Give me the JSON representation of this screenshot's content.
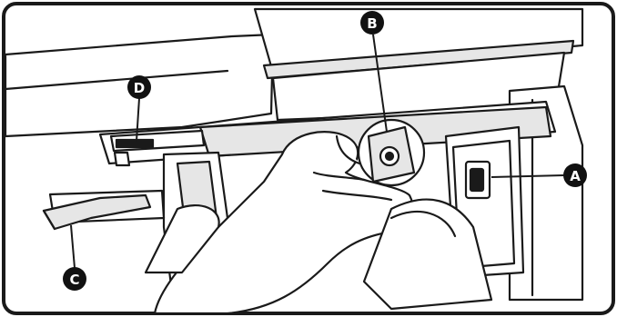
{
  "illustration": {
    "callouts": [
      {
        "id": "a",
        "letter": "A",
        "target": "switch"
      },
      {
        "id": "b",
        "letter": "B",
        "target": "rotary-knob"
      },
      {
        "id": "c",
        "letter": "C",
        "target": "foot-pedal-lever"
      },
      {
        "id": "d",
        "letter": "D",
        "target": "latch-slot"
      }
    ],
    "colors": {
      "line": "#1a1a1a",
      "fill": "#ffffff",
      "shade": "#e6e6e6",
      "callout_bg": "#111111"
    }
  }
}
